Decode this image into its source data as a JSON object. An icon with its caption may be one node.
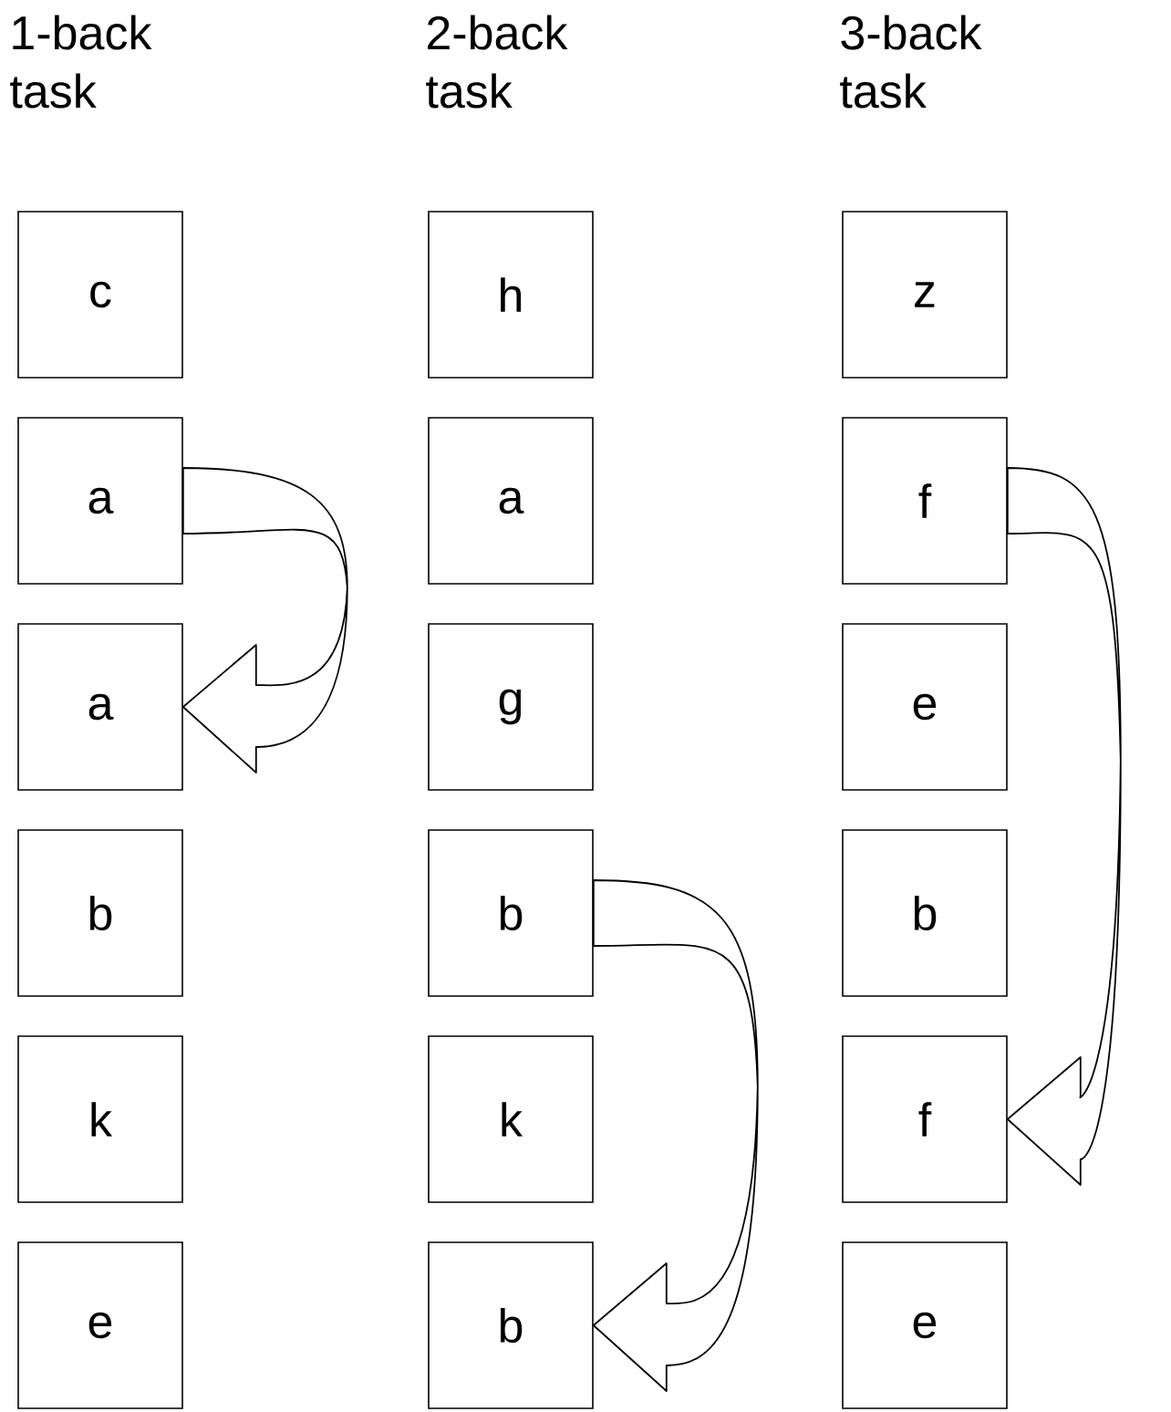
{
  "diagram": {
    "nodes": [
      {
        "text": [
          "c"
        ]
      },
      {
        "text": [
          "a"
        ]
      },
      {
        "text": [
          "a"
        ]
      },
      {
        "text": [
          "b"
        ]
      },
      {
        "text": [
          "k"
        ]
      },
      {
        "text": [
          "e"
        ]
      },
      {
        "text": [
          "h"
        ]
      },
      {
        "text": [
          "a"
        ]
      },
      {
        "text": [
          "g"
        ]
      },
      {
        "text": [
          "b"
        ]
      },
      {
        "text": [
          "k"
        ]
      },
      {
        "text": [
          "b"
        ]
      },
      {
        "text": [
          "z"
        ]
      },
      {
        "text": [
          "f"
        ]
      },
      {
        "text": [
          "e"
        ]
      },
      {
        "text": [
          "b"
        ]
      },
      {
        "text": [
          "f"
        ]
      },
      {
        "text": [
          "e"
        ]
      }
    ],
    "edges": [
      {
        "from": 1,
        "to": 2,
        "arrow": "to"
      },
      {
        "from": 9,
        "to": 11,
        "arrow": "to"
      },
      {
        "from": 13,
        "to": 16,
        "arrow": "to"
      }
    ],
    "labels": [
      "1-back task",
      "2-back task",
      "3-back task"
    ]
  }
}
